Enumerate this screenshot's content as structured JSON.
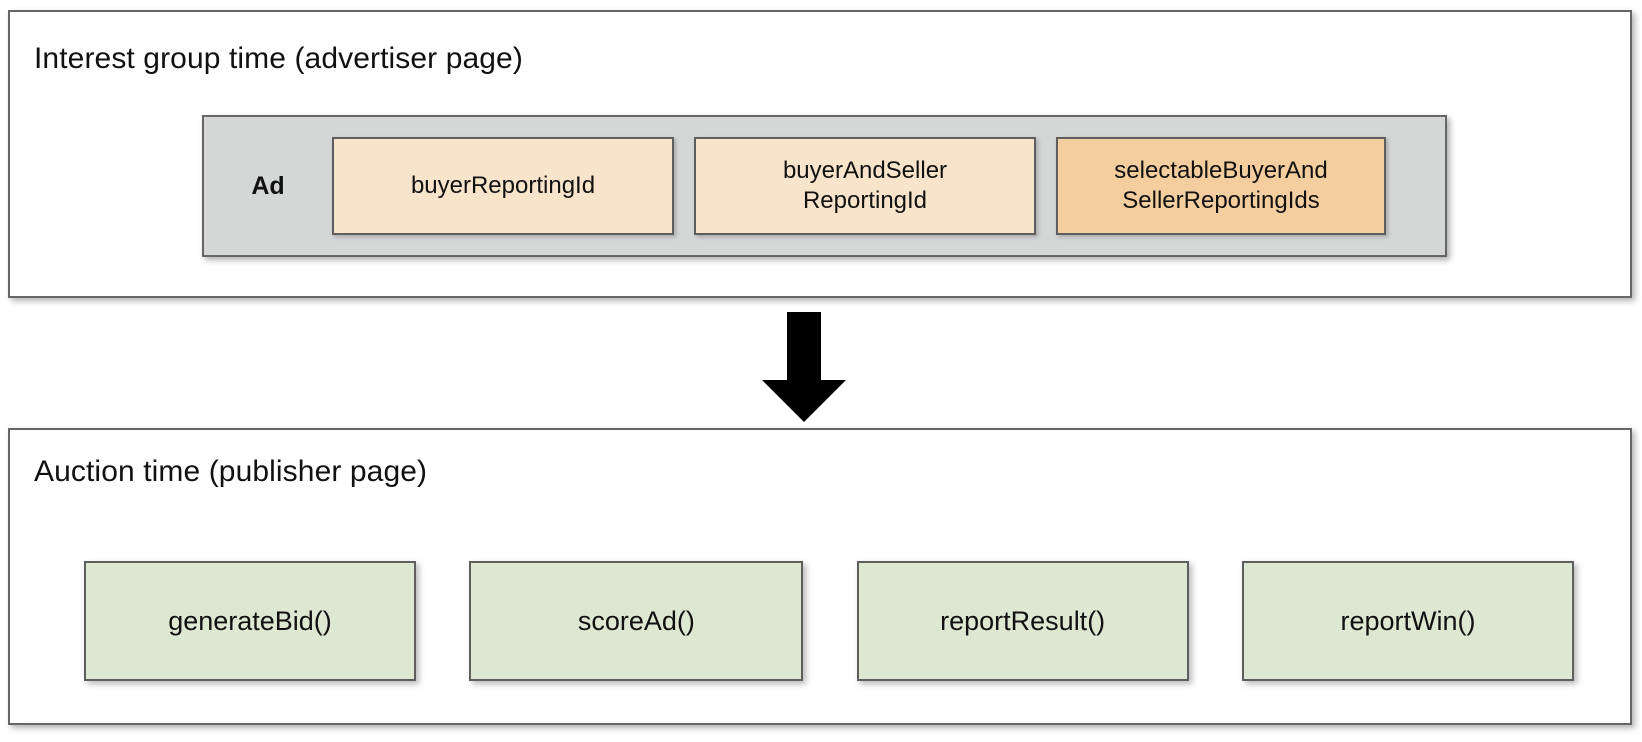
{
  "diagram": {
    "background": "#ffffff",
    "panels": [
      {
        "id": "advertiser",
        "title": "Interest group time (advertiser page)",
        "ad_group": {
          "label": "Ad",
          "background": "#d5d6d6",
          "fields": [
            {
              "label": "buyerReportingId",
              "color": "#f8e4cb",
              "emphasis": "normal"
            },
            {
              "label": "buyerAndSeller\nReportingId",
              "line1": "buyerAndSeller",
              "line2": "ReportingId",
              "color": "#f8e4cb",
              "emphasis": "normal"
            },
            {
              "label": "selectableBuyerAnd\nSellerReportingIds",
              "line1": "selectableBuyerAnd",
              "line2": "SellerReportingIds",
              "color": "#f4ce9f",
              "emphasis": "highlighted"
            }
          ]
        }
      },
      {
        "id": "publisher",
        "title": "Auction time (publisher page)",
        "functions": [
          {
            "label": "generateBid()",
            "color": "#dde8d3"
          },
          {
            "label": "scoreAd()",
            "color": "#dde8d3"
          },
          {
            "label": "reportResult()",
            "color": "#dde8d3"
          },
          {
            "label": "reportWin()",
            "color": "#dde8d3"
          }
        ]
      }
    ],
    "connector": {
      "name": "down-arrow",
      "direction": "down",
      "color": "#000000",
      "from": "advertiser",
      "to": "publisher"
    },
    "palette": {
      "border": "#666666",
      "box_border": "#5e5e5e",
      "text": "#111111",
      "grey_fill": "#d5d6d6",
      "peach_light": "#f8e4cb",
      "peach_dark": "#f4ce9f",
      "green_fill": "#dde8d3"
    }
  }
}
